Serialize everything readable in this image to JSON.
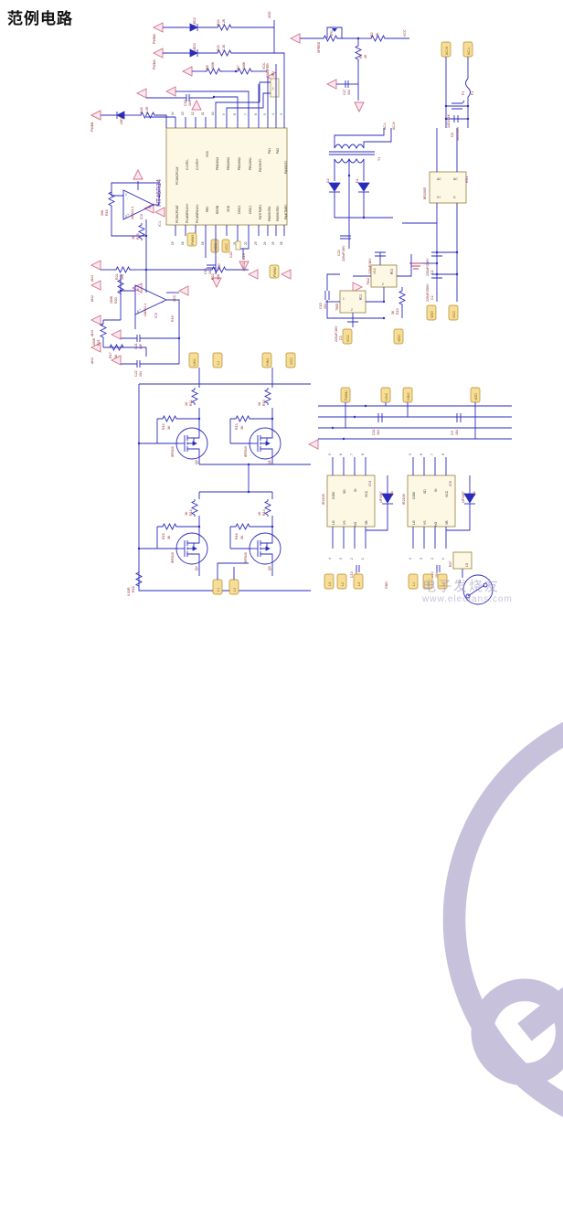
{
  "page": {
    "title": "范例电路",
    "watermark_cn": "电子发烧友",
    "watermark_url": "www.elecfans.com"
  },
  "main_ic": {
    "name": "HT46R14",
    "designator": "IC1",
    "left_pins": [
      {
        "num": "15",
        "label": "PC5/ICPDAT"
      },
      {
        "num": "16",
        "label": "PC4/OPA1IN+"
      },
      {
        "num": "17",
        "label": "PC3/OPA1IN-"
      },
      {
        "num": "18",
        "label": "PB0"
      },
      {
        "num": "19",
        "label": "RESB"
      },
      {
        "num": "20",
        "label": "VDD"
      },
      {
        "num": "21",
        "label": "OSC2"
      },
      {
        "num": "22",
        "label": "OSC1"
      },
      {
        "num": "23",
        "label": "PA7/TMR1"
      },
      {
        "num": "24",
        "label": "PA6/INTB1"
      },
      {
        "num": "25",
        "label": "PA5/INTB0"
      },
      {
        "num": "26",
        "label": "PA4/TMR0"
      }
    ],
    "top_pins": [
      {
        "num": "14",
        "label": "PC6/ICPCLK"
      },
      {
        "num": "13",
        "label": "C1VR0-"
      },
      {
        "num": "12",
        "label": "C1VR0+"
      },
      {
        "num": "11",
        "label": "VSS"
      },
      {
        "num": "10",
        "label": "PB4/AN4"
      },
      {
        "num": "9",
        "label": "PB3/AN3"
      },
      {
        "num": "8",
        "label": "PB2/AN2"
      },
      {
        "num": "7",
        "label": "PB1/AN1"
      },
      {
        "num": "6",
        "label": "PA0/INT0"
      },
      {
        "num": "5",
        "label": "PA1"
      },
      {
        "num": "4",
        "label": "PA2"
      },
      {
        "num": "3",
        "label": "PA3/INT1"
      }
    ]
  },
  "drivers": [
    {
      "designator": "IC4",
      "name": "IR2109",
      "pins_top": [
        "COM",
        "SD",
        "IN",
        "VCC"
      ],
      "pins_bottom": [
        "LO",
        "VS",
        "HO",
        "VB"
      ],
      "pin_nums_top": [
        "5",
        "6",
        "7",
        "8"
      ],
      "pin_nums_bottom": [
        "4",
        "3",
        "2",
        "1"
      ]
    },
    {
      "designator": "IC5",
      "name": "IR2109",
      "pins_top": [
        "COM",
        "SD",
        "IN",
        "VCC"
      ],
      "pins_bottom": [
        "LO",
        "VS",
        "HO",
        "VB"
      ],
      "pin_nums_top": [
        "5",
        "6",
        "7",
        "8"
      ],
      "pin_nums_bottom": [
        "4",
        "3",
        "2",
        "1"
      ]
    }
  ],
  "opamps": [
    {
      "designator": "IC6",
      "name": "LM324-1",
      "pins": [
        "2",
        "3",
        "1"
      ]
    },
    {
      "designator": "IC5",
      "name": "LM324-1",
      "pins": [
        "6",
        "5",
        "7"
      ]
    }
  ],
  "regulators": [
    {
      "designator": "IC2",
      "name": "7805",
      "out_net": "VCC"
    },
    {
      "designator": "IC3",
      "name": "7812",
      "out_net": "VDD"
    }
  ],
  "bridge": {
    "designator": "BR1",
    "name": "BR2005",
    "pins": [
      "AC",
      "AC",
      "V+",
      "V-"
    ]
  },
  "transformer": {
    "designator": "T1"
  },
  "fuse": {
    "designator": "F1",
    "value": "F1"
  },
  "mosfets": [
    {
      "designator": "Q2",
      "part": "IRF840"
    },
    {
      "designator": "Q1",
      "part": "IRF840"
    },
    {
      "designator": "Q4",
      "part": "IRF840"
    },
    {
      "designator": "Q3",
      "part": "IRF840"
    }
  ],
  "leds": [
    {
      "designator": "LED1",
      "series_r": "R23",
      "r_value": "2.2K"
    },
    {
      "designator": "LED2",
      "series_r": "R24",
      "r_value": "2.2K"
    },
    {
      "designator": "LED3",
      "series_r": "R26",
      "r_value": "2.2K"
    },
    {
      "designator": "LED4",
      "series_r": "R25",
      "r_value": "2.2K"
    }
  ],
  "resistors": [
    {
      "ref": "R2",
      "value": "3K"
    },
    {
      "ref": "R4",
      "value": "1K"
    },
    {
      "ref": "R7",
      "value": "100K"
    },
    {
      "ref": "R8",
      "value": "100K"
    },
    {
      "ref": "R10",
      "value": "1K"
    },
    {
      "ref": "R11",
      "value": "1K"
    },
    {
      "ref": "R12",
      "value": "3K"
    },
    {
      "ref": "R13",
      "value": "3K"
    },
    {
      "ref": "R14",
      "value": "1K"
    },
    {
      "ref": "R15",
      "value": "1K"
    },
    {
      "ref": "R16",
      "value": "30K"
    },
    {
      "ref": "R17",
      "value": "1K"
    },
    {
      "ref": "R18",
      "value": "0.01R"
    },
    {
      "ref": "R19",
      "value": "30K"
    },
    {
      "ref": "R20",
      "value": "100K"
    },
    {
      "ref": "R21",
      "value": "100K"
    },
    {
      "ref": "R22",
      "value": "10K"
    },
    {
      "ref": "R23",
      "value": "2.2K"
    },
    {
      "ref": "R24",
      "value": "2.2K"
    },
    {
      "ref": "R25",
      "value": "2.2K"
    },
    {
      "ref": "R26",
      "value": "2.2K"
    },
    {
      "ref": "R3",
      "value": "3K"
    },
    {
      "ref": "R5",
      "value": "1K"
    },
    {
      "ref": "R6",
      "value": "2K"
    }
  ],
  "capacitors": [
    {
      "ref": "C1",
      "value": "220uF/250V"
    },
    {
      "ref": "C2",
      "value": "220uF/250V"
    },
    {
      "ref": "C3",
      "value": "220uF/16V"
    },
    {
      "ref": "C4",
      "value": "220uF/16V"
    },
    {
      "ref": "C5",
      "value": "220uF/16V"
    },
    {
      "ref": "C6",
      "value": "104"
    },
    {
      "ref": "C9",
      "value": "104"
    },
    {
      "ref": "C10",
      "value": "104"
    },
    {
      "ref": "C11",
      "value": "104"
    },
    {
      "ref": "C12",
      "value": "104"
    },
    {
      "ref": "C13",
      "value": "104"
    },
    {
      "ref": "C14",
      "value": "104"
    },
    {
      "ref": "C15",
      "value": "104"
    },
    {
      "ref": "C16",
      "value": "104"
    },
    {
      "ref": "C17",
      "value": "104"
    },
    {
      "ref": "C18",
      "value": "104"
    },
    {
      "ref": "C19",
      "value": "104"
    },
    {
      "ref": "C20",
      "value": "104"
    },
    {
      "ref": "C21",
      "value": "1uF"
    },
    {
      "ref": "C22",
      "value": "104"
    },
    {
      "ref": "C23",
      "value": "104"
    },
    {
      "ref": "C7",
      "value": "104"
    },
    {
      "ref": "C8",
      "value": "104/400V"
    }
  ],
  "inductors": [
    {
      "ref": "L1",
      "value": "1mH"
    }
  ],
  "varistors": [
    {
      "ref": "RV1",
      "value": "14D471K"
    }
  ],
  "jumpers": [
    {
      "ref": "JP2",
      "name": "JUMPER"
    }
  ],
  "pots": [
    {
      "ref": "VR1",
      "label": "SPEED",
      "value": "10K"
    }
  ],
  "diodes": [
    {
      "ref": "D1",
      "type": "UF4007"
    },
    {
      "ref": "D2",
      "type": "UF4007"
    },
    {
      "ref": "D3",
      "type": "FR107"
    },
    {
      "ref": "D4",
      "type": "FR107"
    },
    {
      "ref": "D5",
      "type": "1N4148"
    }
  ],
  "net_labels": [
    "VCC",
    "VDD",
    "GND",
    "L1",
    "L2",
    "L3",
    "L4",
    "PWM1",
    "PWM2",
    "PWM3",
    "PWM4",
    "SPEED",
    "AC-L",
    "AC-N",
    "HIN1",
    "HIN2",
    "LIN1",
    "LIN2",
    "LIN3"
  ],
  "port_labels_left": [
    "PWM1",
    "PWM2",
    "PWM3",
    "PWM4",
    "AN1",
    "AN2",
    "AN3",
    "AN4"
  ],
  "colors": {
    "wire": "#2b2bbb",
    "label_red": "#8a1a1a",
    "net_flag": "#f7dd96",
    "ic_body": "#fdf8e3",
    "port": "#fbe9ee",
    "background": "#ffffff"
  }
}
